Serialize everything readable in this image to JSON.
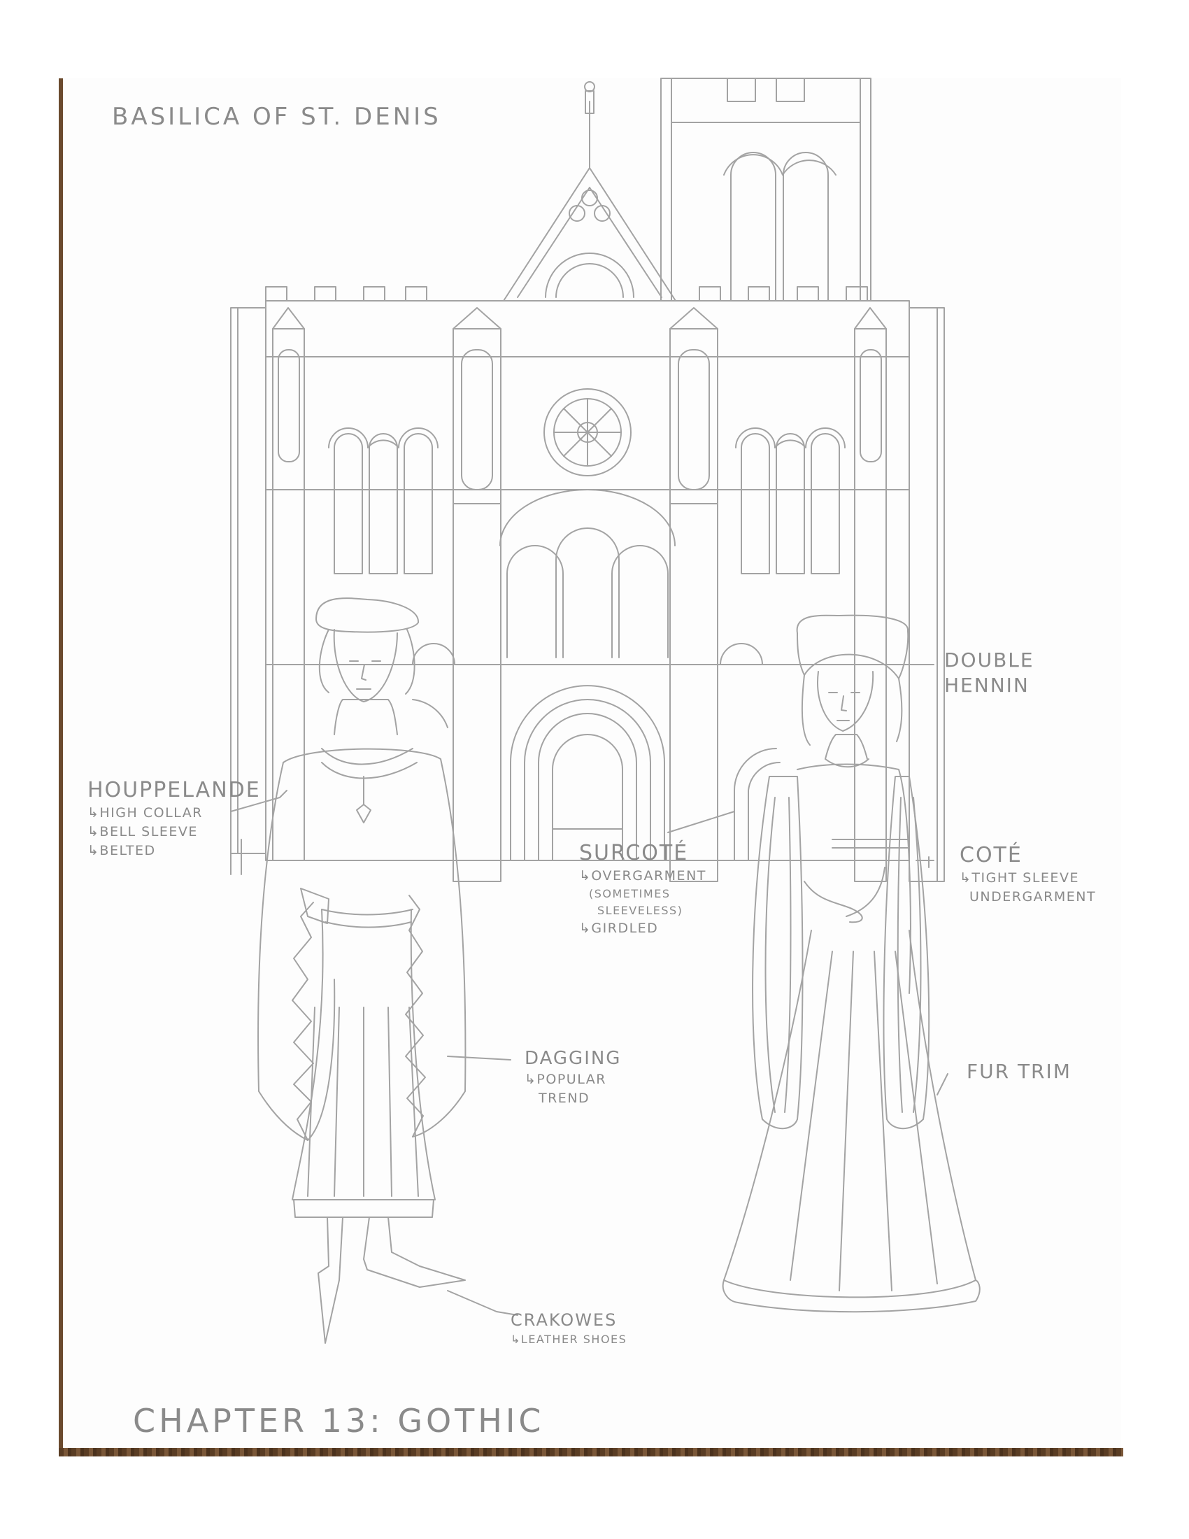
{
  "title": "BASILICA  OF  ST. DENIS",
  "chapter": "CHAPTER 13: GOTHIC",
  "labels": {
    "houppelande": {
      "name": "HOUPPELANDE",
      "notes": [
        "↳HIGH COLLAR",
        "↳BELL SLEEVE",
        "↳BELTED"
      ]
    },
    "double_hennin": {
      "line1": "DOUBLE",
      "line2": "HENNIN"
    },
    "surcote": {
      "name": "SURCOTÉ",
      "notes": [
        "↳OVERGARMENT",
        "(SOMETIMES",
        "SLEEVELESS)",
        "↳GIRDLED"
      ]
    },
    "cote": {
      "name": "COTÉ",
      "notes": [
        "↳TIGHT SLEEVE",
        "UNDERGARMENT"
      ]
    },
    "dagging": {
      "name": "DAGGING",
      "notes": [
        "↳POPULAR",
        "TREND"
      ]
    },
    "fur_trim": {
      "name": "FUR TRIM"
    },
    "crakowes": {
      "name": "CRAKOWES",
      "notes": [
        "↳LEATHER SHOES"
      ]
    }
  },
  "colors": {
    "pencil": "#9a9a9a",
    "paper": "#fdfdfd",
    "wood": "#6b4a2e"
  }
}
